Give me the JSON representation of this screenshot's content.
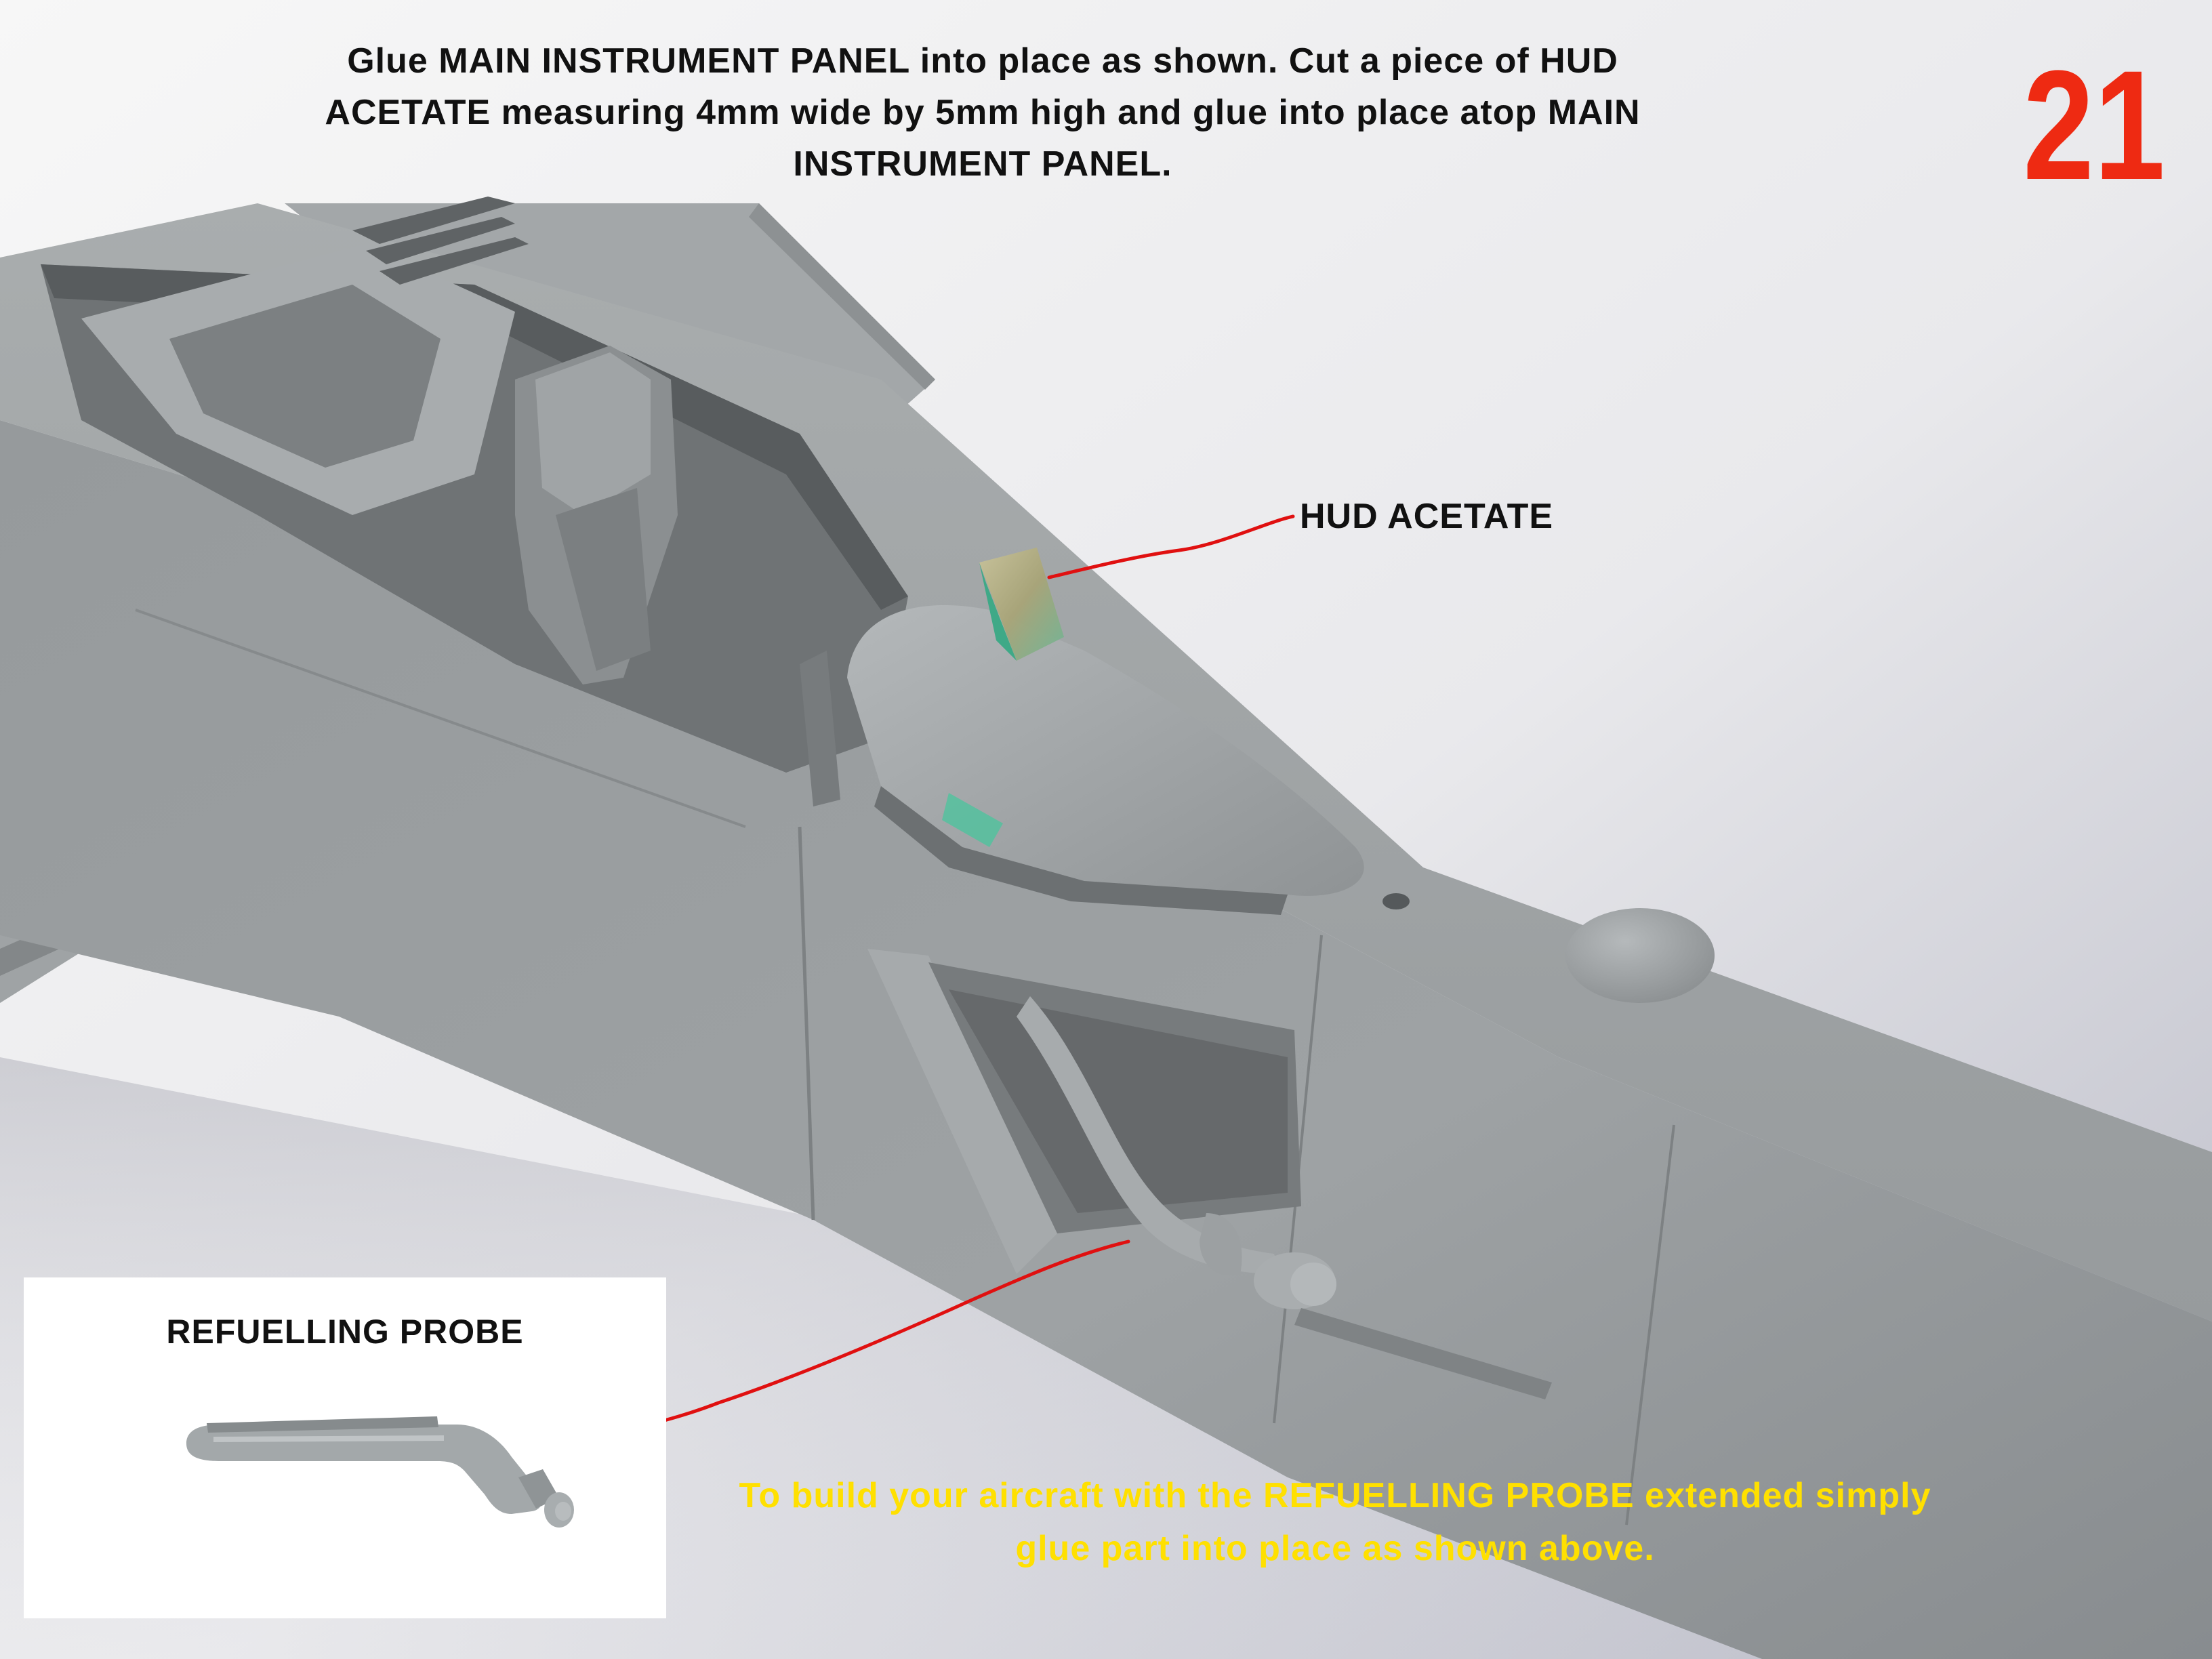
{
  "instruction": {
    "text": "Glue MAIN INSTRUMENT PANEL into place as shown. Cut a piece of HUD ACETATE measuring 4mm wide by 5mm high and glue into place atop MAIN INSTRUMENT PANEL."
  },
  "step": {
    "number": "21",
    "color": "#ee2a12"
  },
  "callouts": {
    "hud": "HUD ACETATE",
    "probe": "REFUELLING PROBE",
    "leader_color": "#e01010"
  },
  "note": {
    "text": "To build your aircraft with the REFUELLING PROBE extended simply glue part into place as shown above.",
    "color": "#ffe000"
  },
  "photo": {
    "subject": "grey resin aircraft model nose with cockpit, ejection seat, instrument panel coaming, HUD acetate and extended refuelling probe"
  }
}
